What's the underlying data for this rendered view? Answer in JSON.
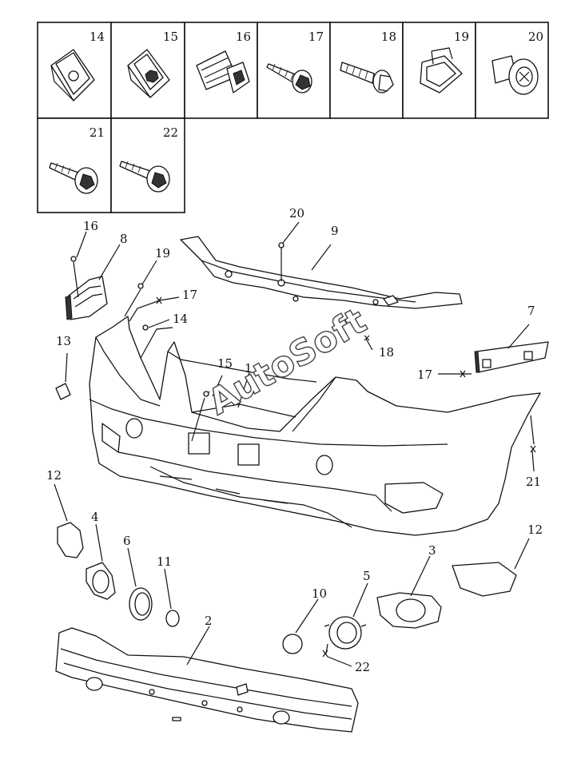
{
  "fastener_table": {
    "cells": [
      {
        "number": "14",
        "icon": "clip-nut-icon"
      },
      {
        "number": "15",
        "icon": "u-clip-icon"
      },
      {
        "number": "16",
        "icon": "grommet-icon"
      },
      {
        "number": "17",
        "icon": "tapping-screw-icon"
      },
      {
        "number": "18",
        "icon": "flange-bolt-icon"
      },
      {
        "number": "19",
        "icon": "square-clip-icon"
      },
      {
        "number": "20",
        "icon": "push-rivet-icon"
      },
      {
        "number": "21",
        "icon": "washer-screw-icon"
      },
      {
        "number": "22",
        "icon": "washer-screw-icon"
      }
    ]
  },
  "callouts": {
    "c1": "1",
    "c2": "2",
    "c3": "3",
    "c4": "4",
    "c5": "5",
    "c6": "6",
    "c7": "7",
    "c8": "8",
    "c9": "9",
    "c10": "10",
    "c11": "11",
    "c12a": "12",
    "c12b": "12",
    "c13": "13",
    "c14": "14",
    "c15": "15",
    "c16": "16",
    "c17a": "17",
    "c17b": "17",
    "c18": "18",
    "c19": "19",
    "c20": "20",
    "c21": "21",
    "c22": "22"
  },
  "watermark": "AutoSoft"
}
